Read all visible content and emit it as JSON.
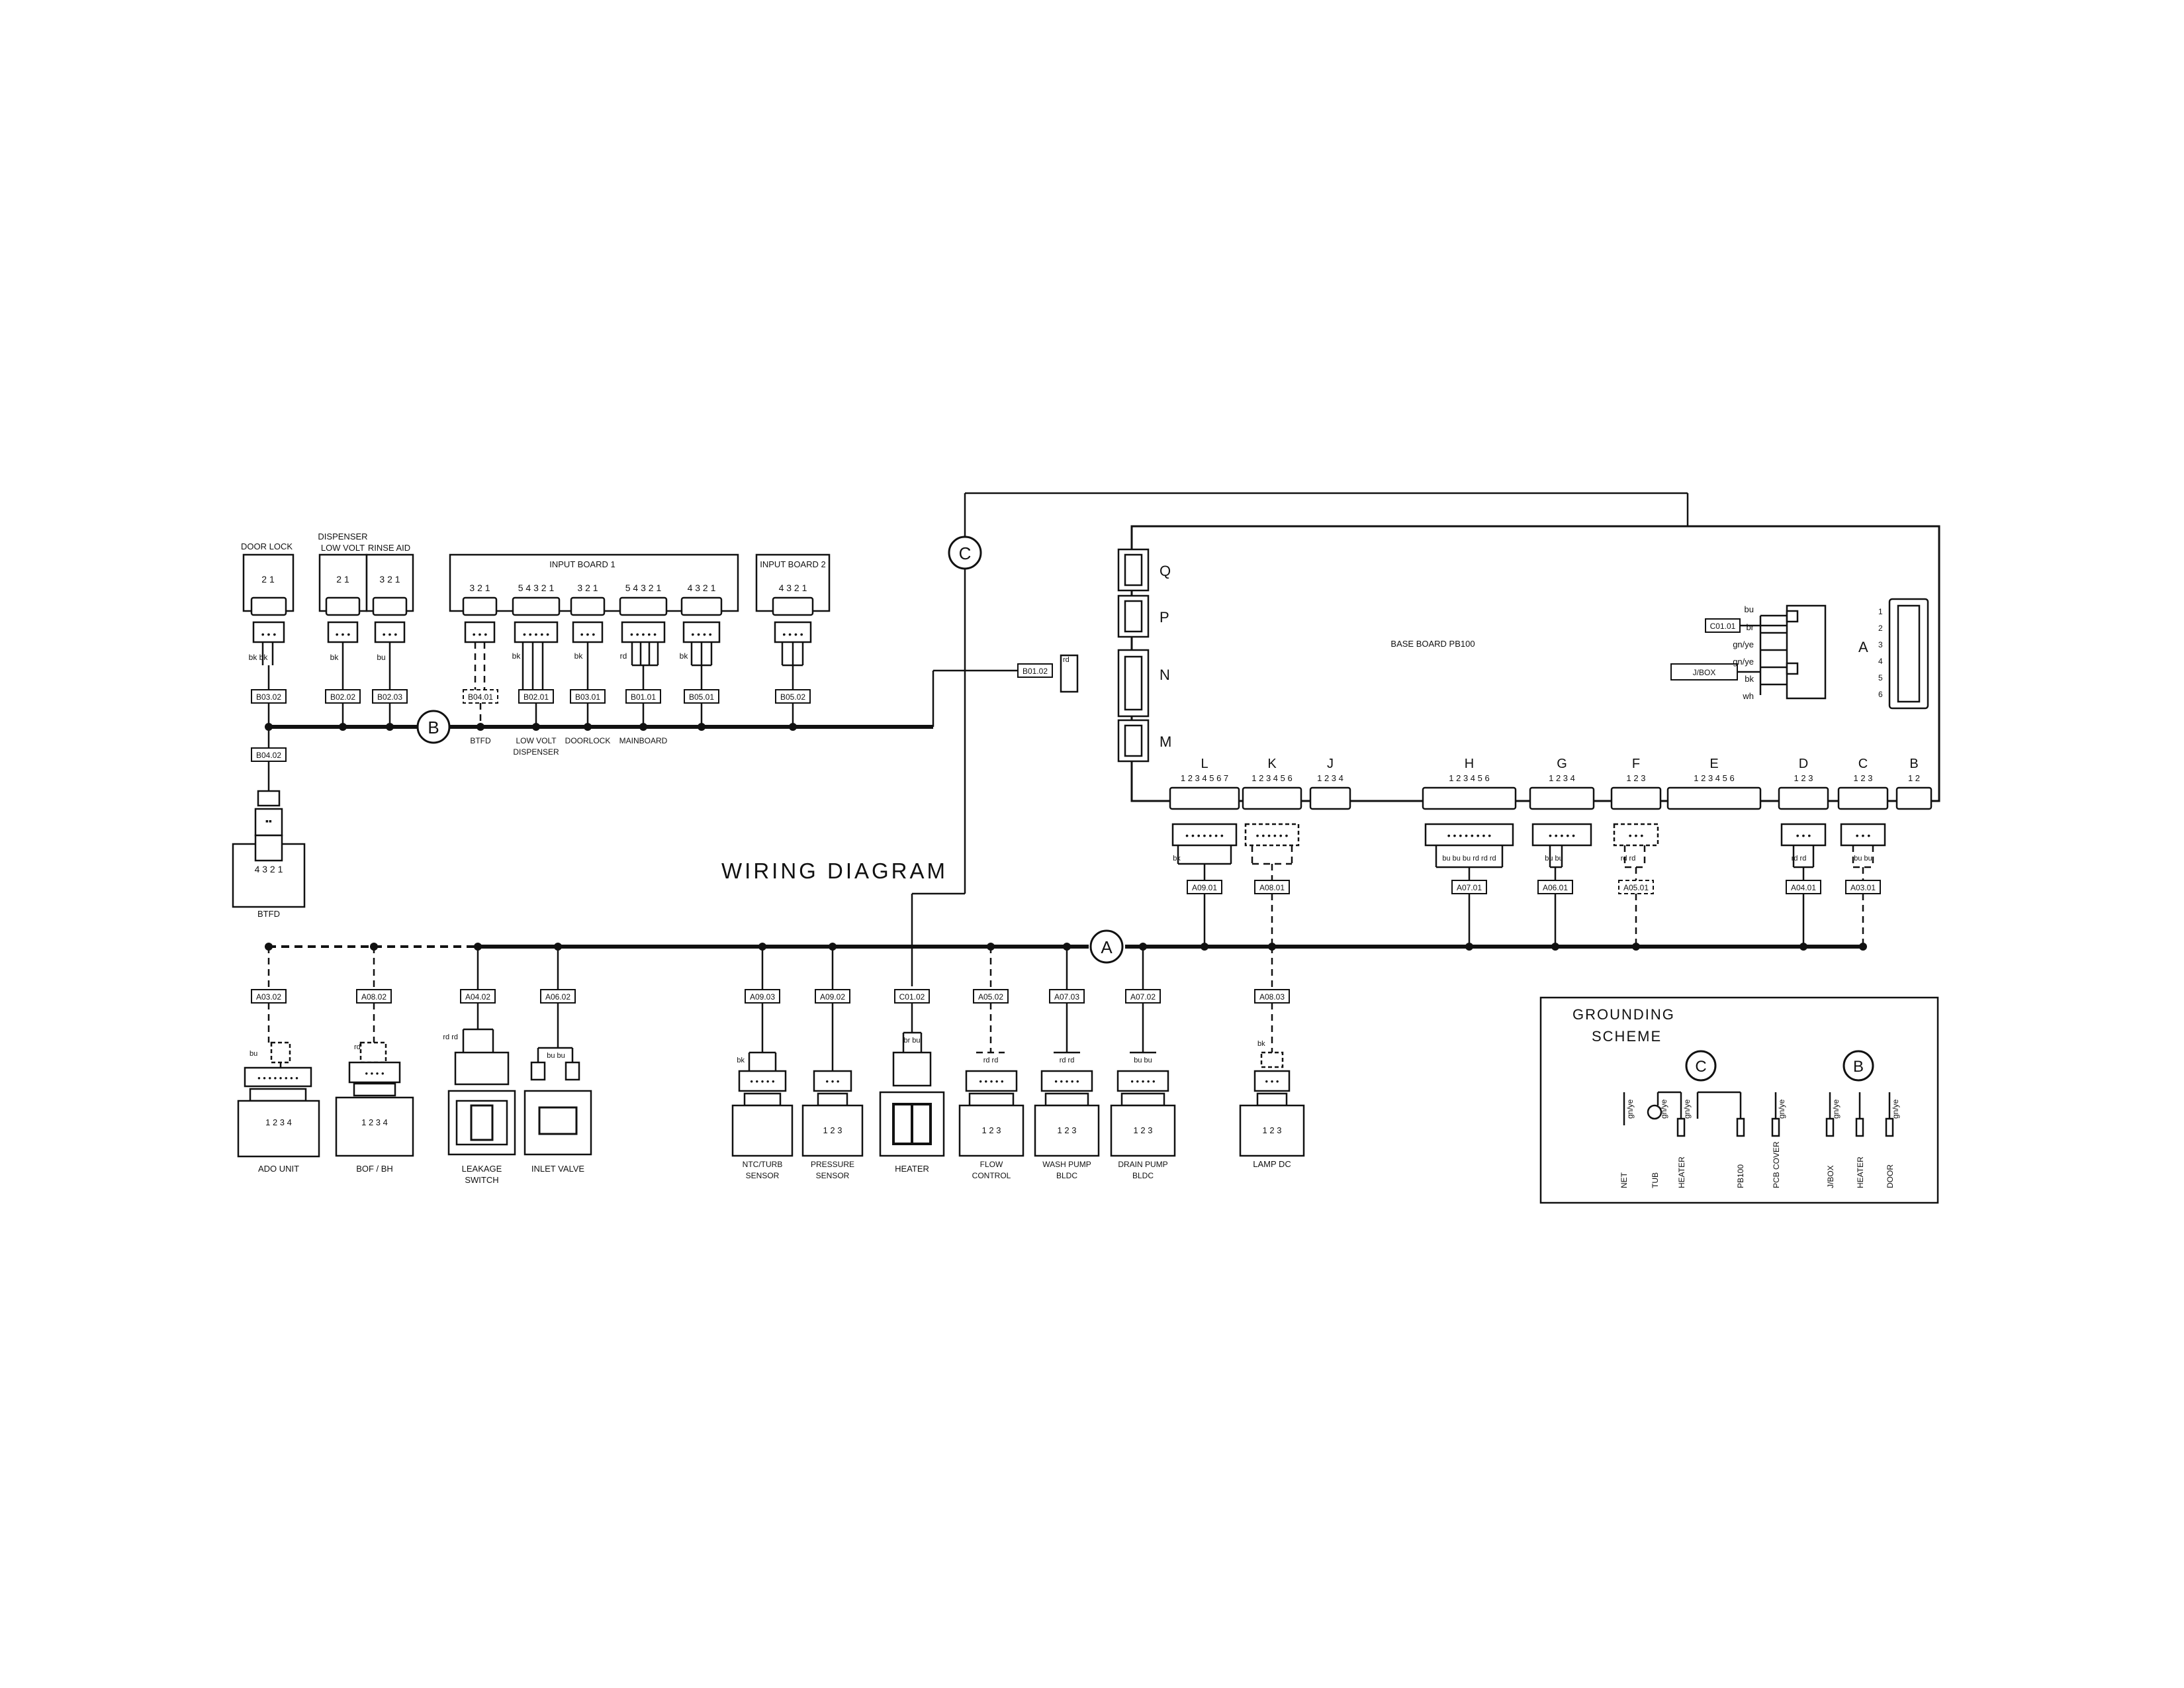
{
  "title": "WIRING DIAGRAM",
  "buses": {
    "a": "A",
    "b": "B",
    "c": "C"
  },
  "top_components": [
    {
      "name": "DOOR LOCK",
      "pins": "2  1",
      "label": "B03.02",
      "wire": "bk  bk"
    },
    {
      "name": "DISPENSER LOW VOLT",
      "name2": "DISPENSER",
      "name3": "LOW VOLT",
      "pins": "2  1",
      "label": "B02.02",
      "wire": "bk"
    },
    {
      "name": "RINSE AID",
      "pins": "3 2 1",
      "label": "B02.03",
      "wire": "bu"
    }
  ],
  "input_board_1": {
    "title": "INPUT BOARD 1",
    "connectors": [
      {
        "pins": "3 2 1",
        "label": "B04.01",
        "sub": "BTFD"
      },
      {
        "pins": "5 4 3 2 1",
        "label": "B02.01",
        "sub1": "LOW VOLT",
        "sub2": "DISPENSER",
        "wire": "bk"
      },
      {
        "pins": "3 2 1",
        "label": "B03.01",
        "sub": "DOORLOCK",
        "wire": "bk"
      },
      {
        "pins": "5 4 3 2 1",
        "label": "B01.01",
        "sub": "MAINBOARD",
        "wire": "rd"
      },
      {
        "pins": "4 3 2 1",
        "label": "B05.01",
        "wire": "bk"
      }
    ]
  },
  "input_board_2": {
    "title": "INPUT BOARD 2",
    "pins": "4 3 2 1",
    "label": "B05.02"
  },
  "btfd": {
    "label": "B04.02",
    "pins": "4 3 2 1",
    "name": "BTFD"
  },
  "b01_02": {
    "label": "B01.02",
    "wire": "rd"
  },
  "base_board": {
    "title": "BASE BOARD PB100",
    "side_connectors": [
      "Q",
      "P",
      "N",
      "M"
    ],
    "connector_a": {
      "letter": "A",
      "pins": [
        "1",
        "2",
        "3",
        "4",
        "5",
        "6"
      ]
    },
    "c01_01": "C01.01",
    "jbox": "J/BOX",
    "a_wires": [
      "bu",
      "br",
      "gn/ye",
      "gn/ye",
      "bk",
      "wh"
    ],
    "bottom_connectors": [
      {
        "letter": "L",
        "pins": "1 2 3 4 5 6 7",
        "label": "A09.01",
        "wire": "bk"
      },
      {
        "letter": "K",
        "pins": "1 2 3 4 5 6",
        "label": "A08.01"
      },
      {
        "letter": "J",
        "pins": "1 2 3 4"
      },
      {
        "letter": "H",
        "pins": "1   2   3   4   5   6",
        "label": "A07.01",
        "wires": "bu bu bu rd rd rd"
      },
      {
        "letter": "G",
        "pins": "1   2   3   4",
        "label": "A06.01",
        "wires": "bu bu"
      },
      {
        "letter": "F",
        "pins": "1   2   3",
        "label": "A05.01",
        "wires": "rd rd"
      },
      {
        "letter": "E",
        "pins": "1   2   3   4   5   6"
      },
      {
        "letter": "D",
        "pins": "1   2   3",
        "label": "A04.01",
        "wires": "rd rd"
      },
      {
        "letter": "C",
        "pins": "1   2   3",
        "label": "A03.01",
        "wires": "bu bu"
      },
      {
        "letter": "B",
        "pins": "1   2"
      }
    ]
  },
  "bottom_components": [
    {
      "name": "ADO UNIT",
      "label": "A03.02",
      "pins": "1   2   3   4",
      "wire": "bu"
    },
    {
      "name": "BOF / BH",
      "label": "A08.02",
      "pins": "1 2 3 4",
      "wire": "rd"
    },
    {
      "name": "LEAKAGE",
      "name2": "SWITCH",
      "label": "A04.02",
      "wire": "rd  rd"
    },
    {
      "name": "INLET VALVE",
      "label": "A06.02",
      "wire": "bu  bu"
    },
    {
      "name": "NTC/TURB",
      "name2": "SENSOR",
      "label": "A09.03",
      "wire": "bk"
    },
    {
      "name": "PRESSURE",
      "name2": "SENSOR",
      "label": "A09.02",
      "pins": "1 2 3"
    },
    {
      "name": "HEATER",
      "label": "C01.02",
      "wire": "br  bu"
    },
    {
      "name": "FLOW",
      "name2": "CONTROL",
      "label": "A05.02",
      "pins": "1   2   3",
      "wire": "rd  rd"
    },
    {
      "name": "WASH PUMP",
      "name2": "BLDC",
      "label": "A07.03",
      "pins": "1   2   3",
      "wire": "rd  rd"
    },
    {
      "name": "DRAIN PUMP",
      "name2": "BLDC",
      "label": "A07.02",
      "pins": "1   2   3",
      "wire": "bu  bu"
    },
    {
      "name": "LAMP DC",
      "label": "A08.03",
      "pins": "1 2 3",
      "wire": "bk"
    }
  ],
  "grounding": {
    "title1": "GROUNDING",
    "title2": "SCHEME",
    "bus_c": "C",
    "bus_b": "B",
    "wire": "gn/ye",
    "items": [
      "NET",
      "TUB",
      "HEATER",
      "PB100",
      "PCB COVER",
      "J/BOX",
      "HEATER",
      "DOOR"
    ]
  }
}
